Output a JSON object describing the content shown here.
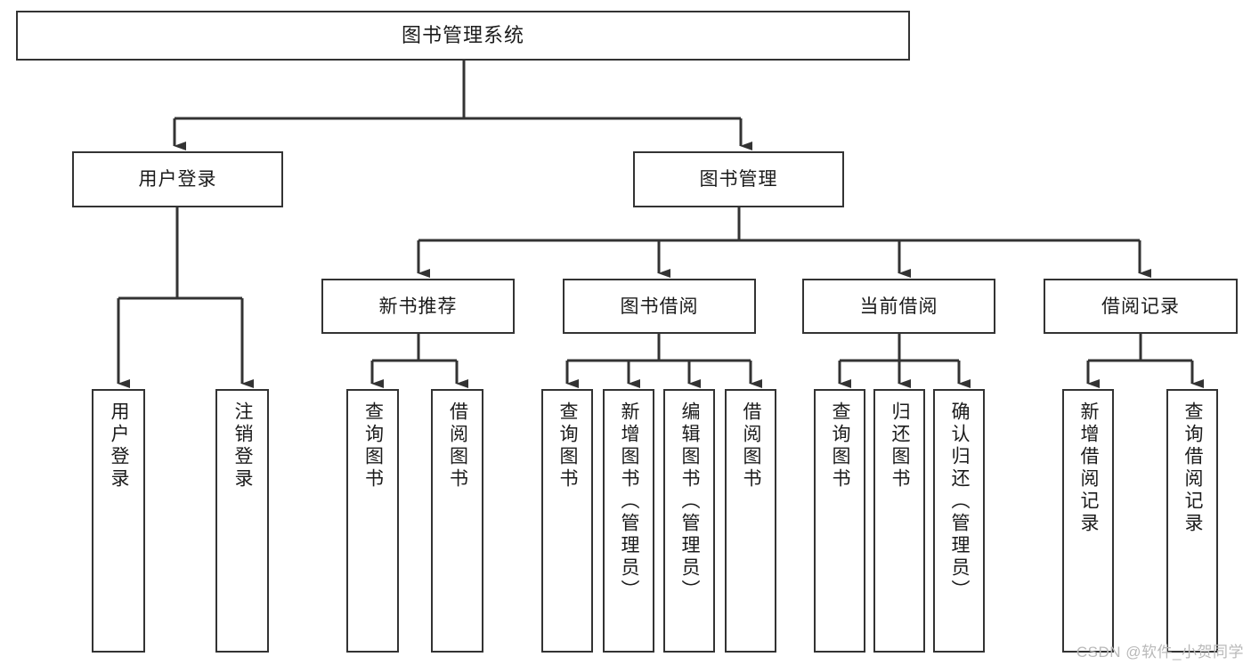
{
  "diagram": {
    "type": "tree-hierarchy",
    "title": "图书管理系统",
    "watermark": "CSDN @软件_小贺同学",
    "colors": {
      "box_border": "#333333",
      "box_fill": "#ffffff",
      "connector": "#333333",
      "text": "#1b1b1b",
      "watermark": "#b9b9b9",
      "background": "#ffffff"
    },
    "levels": {
      "root": {
        "label": "图书管理系统"
      },
      "level2": [
        {
          "label": "用户登录"
        },
        {
          "label": "图书管理"
        }
      ],
      "level3": [
        {
          "label": "新书推荐"
        },
        {
          "label": "图书借阅"
        },
        {
          "label": "当前借阅"
        },
        {
          "label": "借阅记录"
        }
      ],
      "leaves": [
        {
          "label": "用户登录",
          "parent": "用户登录"
        },
        {
          "label": "注销登录",
          "parent": "用户登录"
        },
        {
          "label": "查询图书",
          "parent": "新书推荐"
        },
        {
          "label": "借阅图书",
          "parent": "新书推荐"
        },
        {
          "label": "查询图书",
          "parent": "图书借阅"
        },
        {
          "label": "新增图书（管理员）",
          "parent": "图书借阅"
        },
        {
          "label": "编辑图书（管理员）",
          "parent": "图书借阅"
        },
        {
          "label": "借阅图书",
          "parent": "图书借阅"
        },
        {
          "label": "查询图书",
          "parent": "当前借阅"
        },
        {
          "label": "归还图书",
          "parent": "当前借阅"
        },
        {
          "label": "确认归还（管理员）",
          "parent": "当前借阅"
        },
        {
          "label": "新增借阅记录",
          "parent": "借阅记录"
        },
        {
          "label": "查询借阅记录",
          "parent": "借阅记录"
        }
      ]
    }
  }
}
